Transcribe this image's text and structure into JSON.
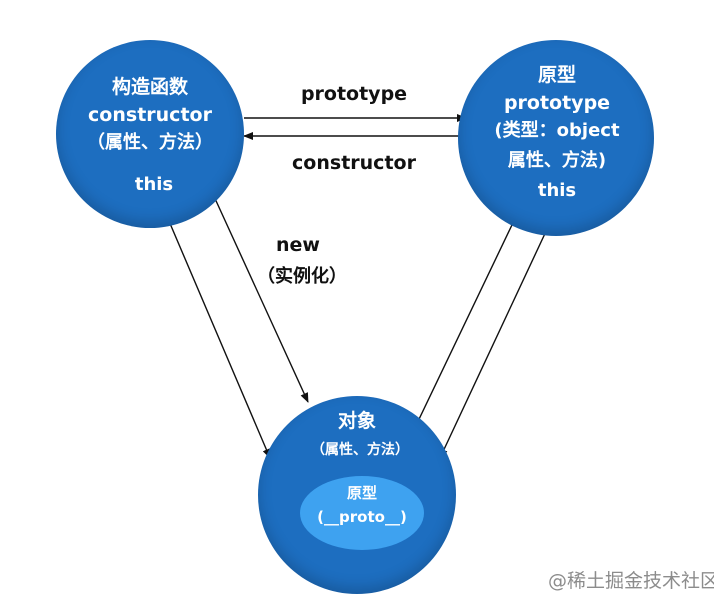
{
  "constructor_node": {
    "title": "构造函数",
    "name": "constructor",
    "members": "（属性、方法）",
    "this_label": "this"
  },
  "prototype_node": {
    "title": "原型",
    "name": "prototype",
    "type_line": "(类型：object",
    "members": "属性、方法)",
    "this_label": "this"
  },
  "object_node": {
    "title": "对象",
    "members": "（属性、方法）",
    "inner_title": "原型",
    "inner_name": "(__proto__)"
  },
  "edges": {
    "prototype": "prototype",
    "constructor": "constructor",
    "new_line1": "new",
    "new_line2": "（实例化）"
  },
  "watermark": "@稀土掘金技术社区",
  "colors": {
    "node": "#1d6ec0",
    "inner": "#3ea2f0",
    "arrow": "#111111"
  }
}
